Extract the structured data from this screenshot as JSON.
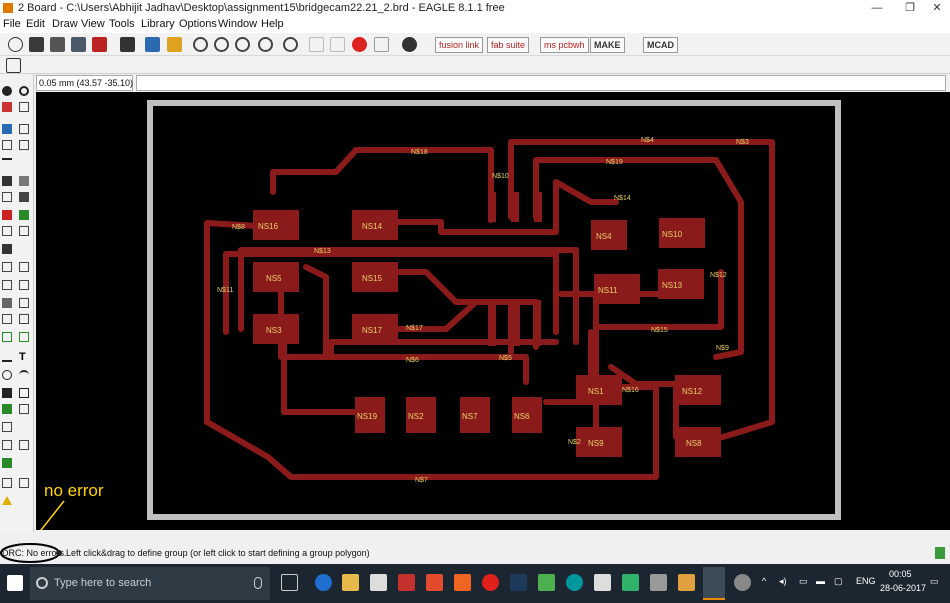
{
  "window": {
    "title": "2 Board - C:\\Users\\Abhijit Jadhav\\Desktop\\assignment15\\bridgecam22.21_2.brd - EAGLE 8.1.1 free",
    "controls": [
      "—",
      "❐",
      "✕"
    ]
  },
  "menu": [
    "File",
    "Edit",
    "Draw",
    "View",
    "Tools",
    "Library",
    "Options",
    "Window",
    "Help"
  ],
  "toolbar": {
    "fusion_label": "fusion link",
    "fab_label": "fab suite",
    "pcb_label": "ms pcbwh",
    "make_label": "MAKE",
    "mcad_label": "MCAD"
  },
  "coord_readout": "0.05 mm (43.57 -35.10)",
  "command_line": "",
  "board": {
    "pad_labels": [
      {
        "id": "ns16",
        "text": "NS16"
      },
      {
        "id": "ns14",
        "text": "NS14"
      },
      {
        "id": "ns4",
        "text": "NS4"
      },
      {
        "id": "ns10",
        "text": "NS10"
      },
      {
        "id": "ns5",
        "text": "NS5"
      },
      {
        "id": "ns15",
        "text": "NS15"
      },
      {
        "id": "ns11",
        "text": "NS11"
      },
      {
        "id": "ns13",
        "text": "NS13"
      },
      {
        "id": "ns3",
        "text": "NS3"
      },
      {
        "id": "ns17",
        "text": "NS17"
      },
      {
        "id": "ns1",
        "text": "NS1"
      },
      {
        "id": "ns12",
        "text": "NS12"
      },
      {
        "id": "ns19",
        "text": "NS19"
      },
      {
        "id": "ns2",
        "text": "NS2"
      },
      {
        "id": "ns7",
        "text": "NS7"
      },
      {
        "id": "ns6",
        "text": "NS6"
      },
      {
        "id": "ns9",
        "text": "NS9"
      },
      {
        "id": "ns8",
        "text": "NS8"
      }
    ],
    "net_labels": [
      "N$18",
      "N$10",
      "N$19",
      "N$8",
      "N$13",
      "N$11",
      "N$6",
      "N$16",
      "N$17",
      "N$5",
      "N$12",
      "N$15",
      "N$7",
      "N$9",
      "N$14",
      "N$2",
      "N$3",
      "N$4"
    ]
  },
  "annotation": "no error",
  "status": {
    "drc": "DRC: No errors.",
    "message": "Left click&drag to define group (or left click to start defining a group polygon)"
  },
  "taskbar": {
    "search_placeholder": "Type here to search",
    "language": "ENG",
    "time": "00:05",
    "date": "28-06-2017"
  },
  "colors": {
    "trace": "#8b1a1a",
    "board_outline": "#bfbfbf",
    "canvas_bg": "#000000",
    "label": "#e8d06a",
    "annotation": "#ffd400"
  }
}
